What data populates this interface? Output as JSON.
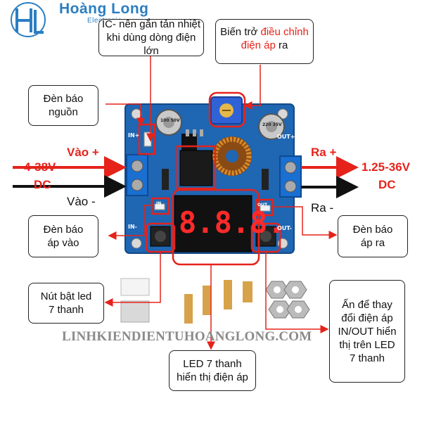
{
  "logo": {
    "name": "Hoàng Long",
    "sub": "Electronic"
  },
  "callouts": {
    "ic": {
      "line1": "IC- nên gắn tản nhiệt",
      "line2": "khi dùng dòng điện lớn"
    },
    "pot": {
      "pre": "Biến trở ",
      "highlight1": "điều chỉnh",
      "highlight2": "điện áp",
      "post": " ra"
    },
    "power_led": {
      "line1": "Đèn báo",
      "line2": "nguồn"
    },
    "in_led": {
      "line1": "Đèn báo",
      "line2": "áp vào"
    },
    "out_led": {
      "line1": "Đèn báo",
      "line2": "áp ra"
    },
    "led_button": {
      "line1": "Nút bật led",
      "line2": "7 thanh"
    },
    "switch_button": {
      "line1": "Ấn để thay",
      "line2": "đổi điện áp",
      "line3": "IN/OUT hiển",
      "line4": "thị trên LED",
      "line5": "7 thanh"
    },
    "display": {
      "line1": "LED 7 thanh",
      "line2": "hiển thị điện áp"
    }
  },
  "labels": {
    "in_plus": "Vào  +",
    "in_minus": "Vào  -",
    "in_range_1": "4-38V",
    "in_range_2": "DC",
    "out_plus": "Ra  +",
    "out_minus": "Ra  -",
    "out_range_1": "1.25-36V",
    "out_range_2": "DC"
  },
  "board": {
    "display_digits": "8.8.8.",
    "silk_in_plus": "IN+",
    "silk_in_minus": "IN-",
    "silk_out_plus": "OUT+",
    "silk_out_minus": "OUT-",
    "silk_in": "IN",
    "silk_out": "OUT",
    "cap_left": "100 50V",
    "cap_right": "220 35V"
  },
  "watermark": "LINHKIENDIENTUHOANGLONG.COM",
  "colors": {
    "board": "#1f66b3",
    "accent_red": "#e5231b",
    "terminal": "#1a6fd0",
    "brand": "#2a7ec2"
  }
}
